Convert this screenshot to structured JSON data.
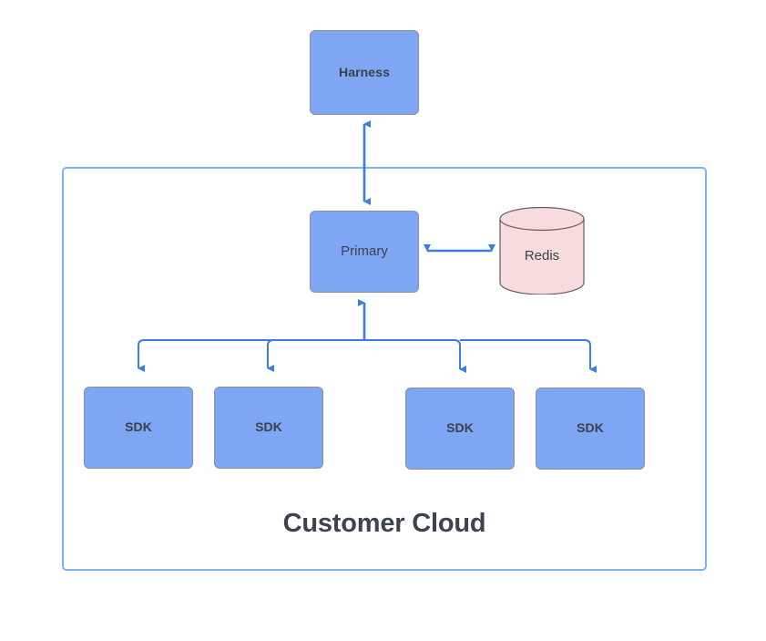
{
  "diagram": {
    "title": "Customer Cloud",
    "type": "architecture-diagram",
    "colors": {
      "node_fill_blue": "#7ea6f5",
      "node_stroke_gray": "#8a9099",
      "datastore_fill_pink": "#f7dcdd",
      "datastore_stroke": "#6b5a5c",
      "edge_blue": "#3d7ce0",
      "group_border_blue": "#80b0f8",
      "text_dark": "#3b4149",
      "title_text": "#3d4450",
      "background": "#ffffff"
    },
    "nodes": {
      "harness": {
        "label": "Harness",
        "shape": "rounded-rectangle",
        "bold": true,
        "inside_group": false
      },
      "primary": {
        "label": "Primary",
        "shape": "rounded-rectangle",
        "bold": false,
        "inside_group": true
      },
      "redis": {
        "label": "Redis",
        "shape": "cylinder",
        "bold": false,
        "inside_group": true
      },
      "sdks": [
        {
          "label": "SDK",
          "shape": "rounded-rectangle",
          "bold": true
        },
        {
          "label": "SDK",
          "shape": "rounded-rectangle",
          "bold": true
        },
        {
          "label": "SDK",
          "shape": "rounded-rectangle",
          "bold": true
        },
        {
          "label": "SDK",
          "shape": "rounded-rectangle",
          "bold": true
        }
      ]
    },
    "group": {
      "label": "Customer Cloud",
      "border_style": "solid",
      "contains": [
        "primary",
        "redis",
        "sdk-1",
        "sdk-2",
        "sdk-3",
        "sdk-4"
      ]
    },
    "edges": [
      {
        "from": "harness",
        "to": "primary",
        "direction": "bidirectional",
        "style": "straight"
      },
      {
        "from": "primary",
        "to": "redis",
        "direction": "bidirectional",
        "style": "straight"
      },
      {
        "from": "sdk-1",
        "to": "primary",
        "direction": "to-primary",
        "style": "orthogonal-bus"
      },
      {
        "from": "sdk-2",
        "to": "primary",
        "direction": "to-primary",
        "style": "orthogonal-bus"
      },
      {
        "from": "sdk-3",
        "to": "primary",
        "direction": "to-primary",
        "style": "orthogonal-bus"
      },
      {
        "from": "sdk-4",
        "to": "primary",
        "direction": "to-primary",
        "style": "orthogonal-bus"
      }
    ]
  }
}
